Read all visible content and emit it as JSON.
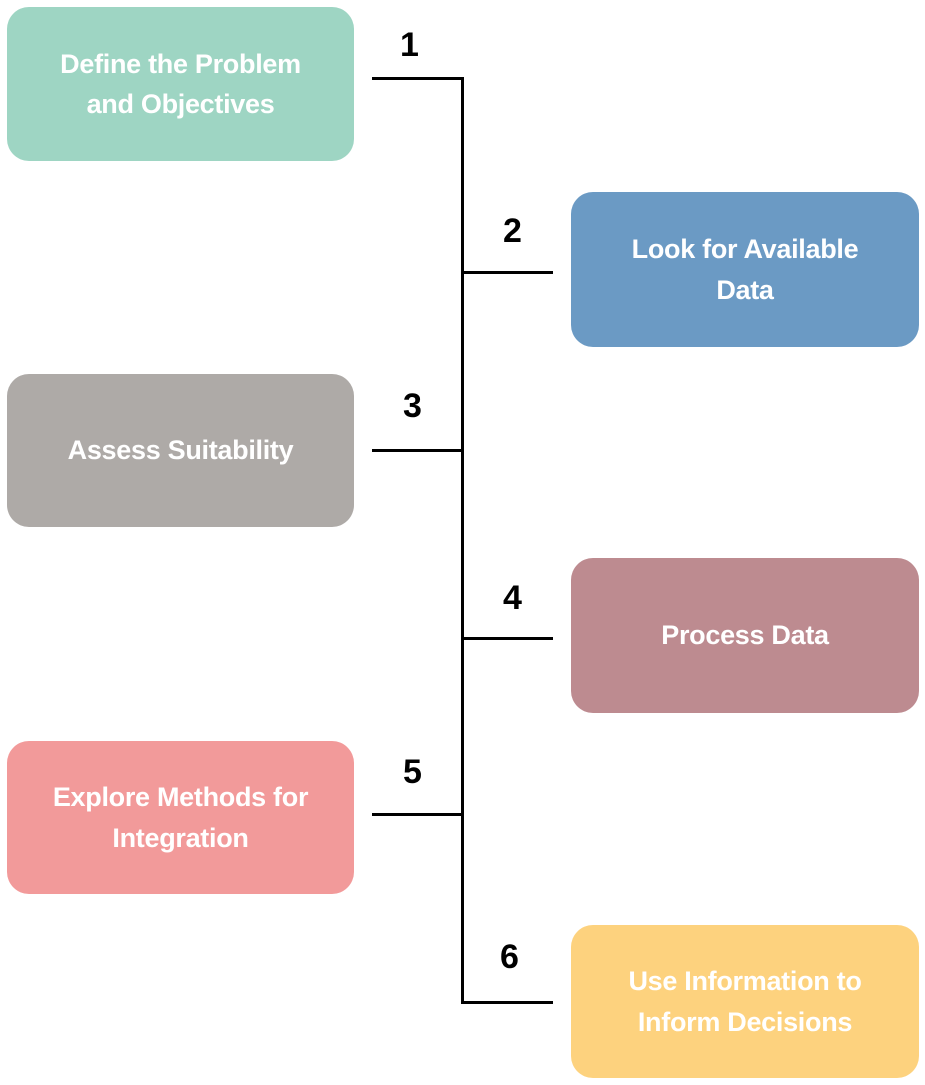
{
  "steps": [
    {
      "number": "1",
      "label": "Define the Problem\nand Objectives",
      "color": "#9ed5c3"
    },
    {
      "number": "2",
      "label": "Look for Available\nData",
      "color": "#6b9ac4"
    },
    {
      "number": "3",
      "label": "Assess Suitability",
      "color": "#aeaaa7"
    },
    {
      "number": "4",
      "label": "Process Data",
      "color": "#bd8b90"
    },
    {
      "number": "5",
      "label": "Explore Methods for\nIntegration",
      "color": "#f29a9a"
    },
    {
      "number": "6",
      "label": "Use Information to\nInform Decisions",
      "color": "#fdd27e"
    }
  ]
}
